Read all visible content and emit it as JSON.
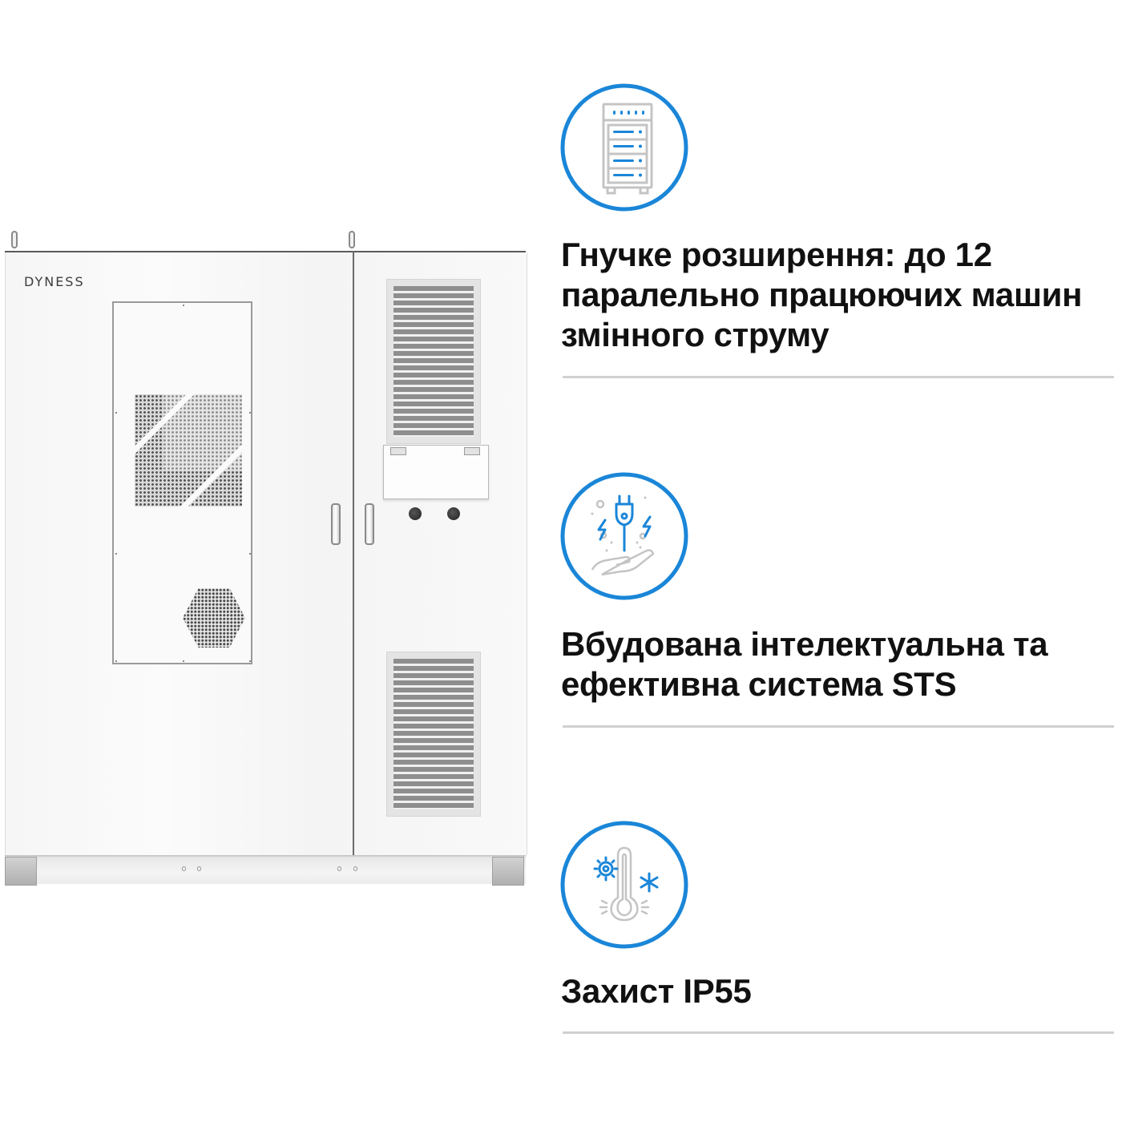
{
  "product": {
    "brand_logo": "DYNESS",
    "image_alt": "Outdoor energy storage cabinet"
  },
  "colors": {
    "accent": "#1a86d8",
    "icon_gray": "#c4c4c4",
    "text": "#111111",
    "divider": "#d0d0d0"
  },
  "features": [
    {
      "icon": "server-rack-icon",
      "title": "Гнучке розширення: до 12 паралельно працюючих машин змінного струму"
    },
    {
      "icon": "plug-in-hand-icon",
      "title": "Вбудована інтелектуальна та ефективна система STS"
    },
    {
      "icon": "thermometer-sun-snowflake-icon",
      "title": "Захист IP55"
    }
  ]
}
